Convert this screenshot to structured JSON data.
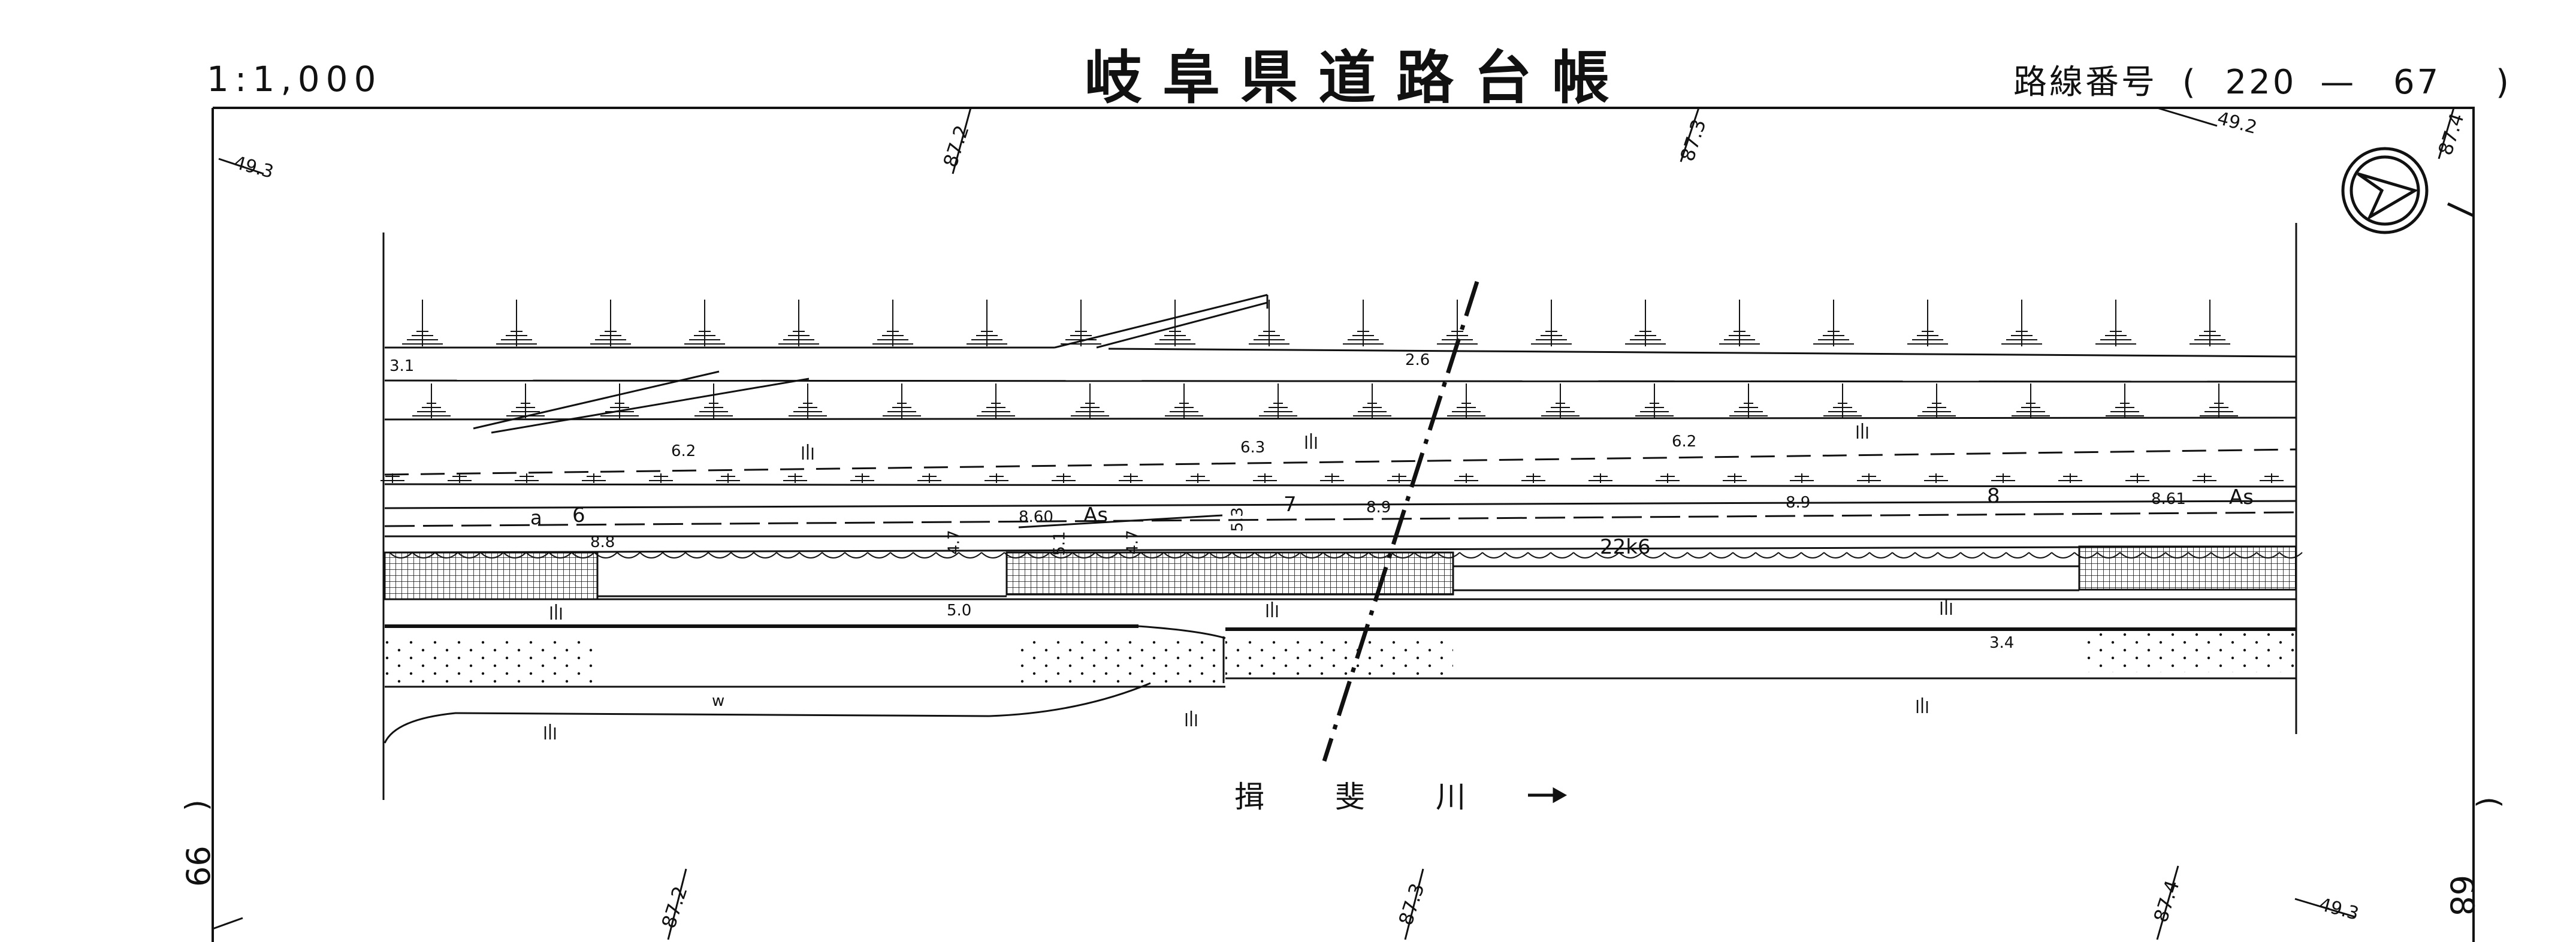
{
  "header": {
    "title": "岐阜県道路台帳",
    "scale": "1:1,000",
    "route_label": "路線番号",
    "route_open": "(",
    "route_number": "220",
    "route_dash": "—",
    "route_sheet": "67",
    "route_close": ")"
  },
  "sheet_refs": {
    "left": "66",
    "right": "68",
    "left_paren": ")",
    "right_paren": "("
  },
  "grid_labels": {
    "top_1": "87.2",
    "top_2": "87.3",
    "top_3": "87.4",
    "bottom_1": "87.2",
    "bottom_2": "87.3",
    "bottom_3": "87.4",
    "left_top": "49.3",
    "right_top": "49.2",
    "right_bottom": "49.3"
  },
  "map": {
    "river_name": "揖斐川",
    "station_label": "22k6",
    "spot_heights": {
      "h31": "3.1",
      "h26": "2.6",
      "h62a": "6.2",
      "h63": "6.3",
      "h62b": "6.2",
      "h88": "8.8",
      "h860": "8.60",
      "h89a": "8.9",
      "h89b": "8.9",
      "h861": "8.61",
      "h50": "5.0",
      "h34": "3.4"
    },
    "pavement_labels": {
      "as1": "As",
      "as2": "As"
    },
    "widths": {
      "w47a": "4.7",
      "w51": "5.1",
      "w47b": "4.7",
      "w53": "5.3"
    },
    "stations": {
      "s6": "6",
      "s7": "7",
      "s8": "8"
    },
    "letters": {
      "a": "a",
      "w": "w"
    }
  }
}
